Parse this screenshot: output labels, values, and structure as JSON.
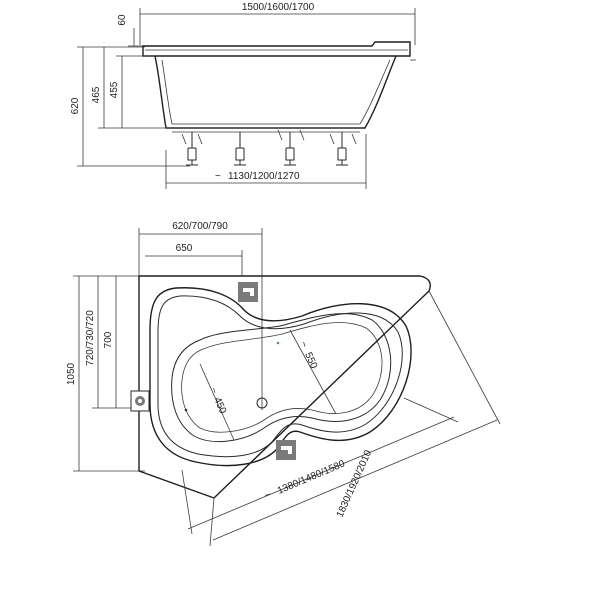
{
  "side_view": {
    "length_label": "1500/1600/1700",
    "rim_label": "60",
    "total_height_label": "620",
    "height_465_label": "465",
    "height_455_label": "455",
    "base_label": "1130/1200/1270",
    "tilde": "~"
  },
  "top_view": {
    "corner_width_label": "620/700/790",
    "corner_inner_label": "650",
    "height_label": "1050",
    "side_width_label": "720/730/720",
    "side_inner_label": "700",
    "inner_length_label": "1380/1480/1580",
    "outer_length_label": "1830/1920/2010",
    "diag_450_label": "450",
    "diag_550_label": "550",
    "tilde": "~"
  },
  "colors": {
    "line": "#2a2a2a",
    "icon_fill": "#7a7a7a"
  }
}
